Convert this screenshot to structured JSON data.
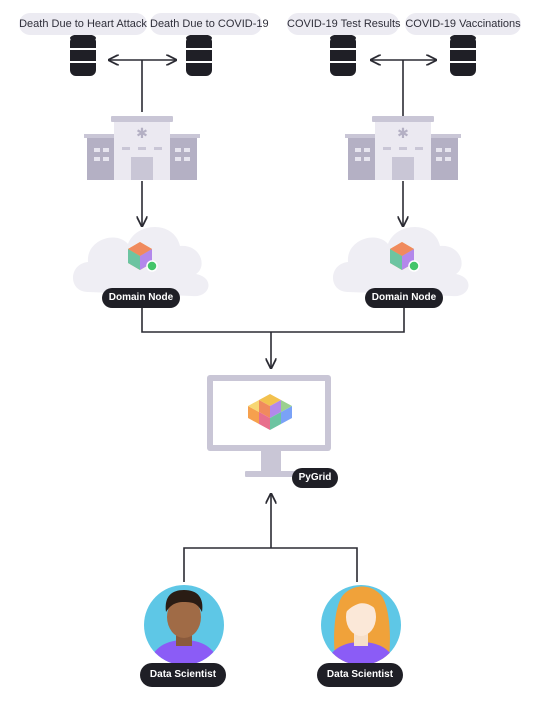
{
  "datasets": {
    "heart_attack": "Death Due to Heart Attack",
    "covid_deaths": "Death Due to COVID-19",
    "test_results": "COVID-19 Test Results",
    "vaccinations": "COVID-19 Vaccinations"
  },
  "nodes": {
    "domain_left": "Domain Node",
    "domain_right": "Domain Node",
    "pygrid": "PyGrid"
  },
  "users": {
    "left": "Data Scientist",
    "right": "Data Scientist"
  },
  "icons": {
    "database": "database-icon",
    "building": "hospital-building-icon",
    "cloud": "cloud-icon",
    "cube": "openmined-cube-icon",
    "monitor": "monitor-icon",
    "avatar": "user-avatar-icon"
  },
  "colors": {
    "line": "#2b2b33",
    "pill": "#1f1f26",
    "chip": "#ecebf2",
    "building": "#c9c6d6",
    "cloud": "#efeef4",
    "avatar_bg": "#5ec7e6",
    "shirt": "#8b5cf6",
    "online": "#44c56a"
  }
}
